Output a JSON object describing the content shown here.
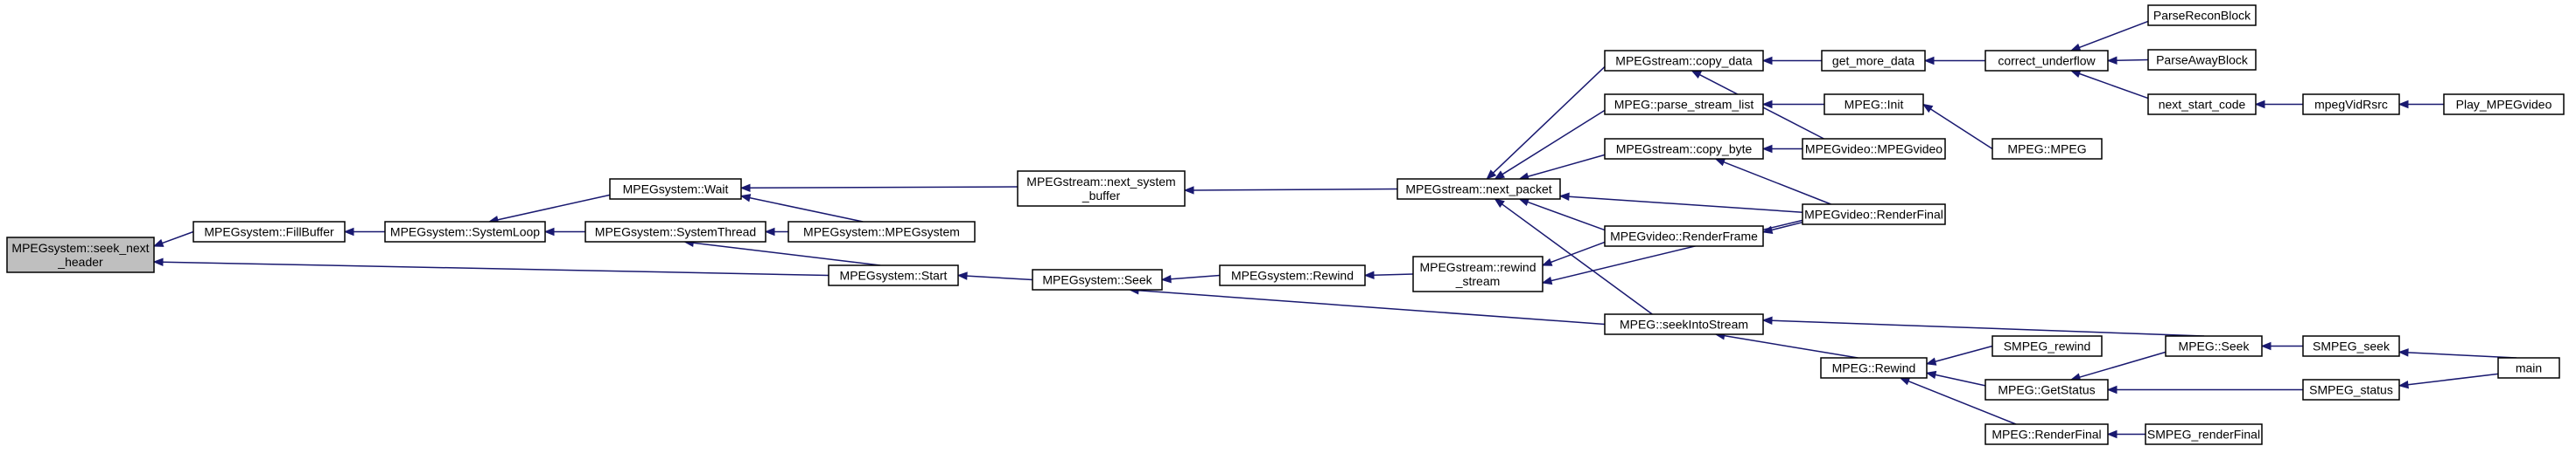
{
  "diagram": {
    "colors": {
      "edge": "#191970",
      "node_fill": "#ffffff",
      "root_fill": "#bfbfbf",
      "border": "#000000"
    },
    "nodes": [
      {
        "id": "seek_next_header",
        "lines": [
          "MPEGsystem::seek_next",
          "_header"
        ],
        "root": true
      },
      {
        "id": "FillBuffer",
        "lines": [
          "MPEGsystem::FillBuffer"
        ]
      },
      {
        "id": "SystemLoop",
        "lines": [
          "MPEGsystem::SystemLoop"
        ]
      },
      {
        "id": "Wait",
        "lines": [
          "MPEGsystem::Wait"
        ]
      },
      {
        "id": "SystemThread",
        "lines": [
          "MPEGsystem::SystemThread"
        ]
      },
      {
        "id": "MPEGsystem_ctor",
        "lines": [
          "MPEGsystem::MPEGsystem"
        ]
      },
      {
        "id": "Start",
        "lines": [
          "MPEGsystem::Start"
        ]
      },
      {
        "id": "next_system_buffer",
        "lines": [
          "MPEGstream::next_system",
          "_buffer"
        ]
      },
      {
        "id": "Sys_Seek",
        "lines": [
          "MPEGsystem::Seek"
        ]
      },
      {
        "id": "Sys_Rewind",
        "lines": [
          "MPEGsystem::Rewind"
        ]
      },
      {
        "id": "next_packet",
        "lines": [
          "MPEGstream::next_packet"
        ]
      },
      {
        "id": "rewind_stream",
        "lines": [
          "MPEGstream::rewind",
          "_stream"
        ]
      },
      {
        "id": "copy_data",
        "lines": [
          "MPEGstream::copy_data"
        ]
      },
      {
        "id": "parse_stream_list",
        "lines": [
          "MPEG::parse_stream_list"
        ]
      },
      {
        "id": "copy_byte",
        "lines": [
          "MPEGstream::copy_byte"
        ]
      },
      {
        "id": "RenderFrame",
        "lines": [
          "MPEGvideo::RenderFrame"
        ]
      },
      {
        "id": "seekIntoStream",
        "lines": [
          "MPEG::seekIntoStream"
        ]
      },
      {
        "id": "get_more_data",
        "lines": [
          "get_more_data"
        ]
      },
      {
        "id": "MPEG_Init",
        "lines": [
          "MPEG::Init"
        ]
      },
      {
        "id": "MPEGvideo_ctor",
        "lines": [
          "MPEGvideo::MPEGvideo"
        ]
      },
      {
        "id": "Video_RenderFinal",
        "lines": [
          "MPEGvideo::RenderFinal"
        ]
      },
      {
        "id": "MPEG_Rewind",
        "lines": [
          "MPEG::Rewind"
        ]
      },
      {
        "id": "correct_underflow",
        "lines": [
          "correct_underflow"
        ]
      },
      {
        "id": "MPEG_MPEG",
        "lines": [
          "MPEG::MPEG"
        ]
      },
      {
        "id": "SMPEG_rewind",
        "lines": [
          "SMPEG_rewind"
        ]
      },
      {
        "id": "GetStatus",
        "lines": [
          "MPEG::GetStatus"
        ]
      },
      {
        "id": "MPEG_RenderFinal",
        "lines": [
          "MPEG::RenderFinal"
        ]
      },
      {
        "id": "ParseReconBlock",
        "lines": [
          "ParseReconBlock"
        ]
      },
      {
        "id": "ParseAwayBlock",
        "lines": [
          "ParseAwayBlock"
        ]
      },
      {
        "id": "next_start_code",
        "lines": [
          "next_start_code"
        ]
      },
      {
        "id": "MPEG_Seek",
        "lines": [
          "MPEG::Seek"
        ]
      },
      {
        "id": "SMPEG_renderFinal",
        "lines": [
          "SMPEG_renderFinal"
        ]
      },
      {
        "id": "mpegVidRsrc",
        "lines": [
          "mpegVidRsrc"
        ]
      },
      {
        "id": "SMPEG_seek",
        "lines": [
          "SMPEG_seek"
        ]
      },
      {
        "id": "SMPEG_status",
        "lines": [
          "SMPEG_status"
        ]
      },
      {
        "id": "Play_MPEGvideo",
        "lines": [
          "Play_MPEGvideo"
        ]
      },
      {
        "id": "main",
        "lines": [
          "main"
        ]
      }
    ],
    "edges": [
      {
        "from": "FillBuffer",
        "to": "seek_next_header"
      },
      {
        "from": "Start",
        "to": "seek_next_header"
      },
      {
        "from": "SystemLoop",
        "to": "FillBuffer"
      },
      {
        "from": "Wait",
        "to": "SystemLoop"
      },
      {
        "from": "SystemThread",
        "to": "SystemLoop"
      },
      {
        "from": "next_system_buffer",
        "to": "Wait"
      },
      {
        "from": "MPEGsystem_ctor",
        "to": "Wait"
      },
      {
        "from": "MPEGsystem_ctor",
        "to": "SystemThread"
      },
      {
        "from": "Start",
        "to": "SystemThread"
      },
      {
        "from": "Sys_Seek",
        "to": "Start"
      },
      {
        "from": "next_packet",
        "to": "next_system_buffer"
      },
      {
        "from": "Sys_Rewind",
        "to": "Sys_Seek"
      },
      {
        "from": "seekIntoStream",
        "to": "Sys_Seek"
      },
      {
        "from": "rewind_stream",
        "to": "Sys_Rewind"
      },
      {
        "from": "copy_data",
        "to": "next_packet"
      },
      {
        "from": "parse_stream_list",
        "to": "next_packet"
      },
      {
        "from": "copy_byte",
        "to": "next_packet"
      },
      {
        "from": "RenderFrame",
        "to": "next_packet"
      },
      {
        "from": "Video_RenderFinal",
        "to": "next_packet"
      },
      {
        "from": "seekIntoStream",
        "to": "next_packet"
      },
      {
        "from": "RenderFrame",
        "to": "rewind_stream"
      },
      {
        "from": "Video_RenderFinal",
        "to": "rewind_stream"
      },
      {
        "from": "get_more_data",
        "to": "copy_data"
      },
      {
        "from": "MPEGvideo_ctor",
        "to": "copy_data"
      },
      {
        "from": "MPEG_Init",
        "to": "parse_stream_list"
      },
      {
        "from": "MPEGvideo_ctor",
        "to": "copy_byte"
      },
      {
        "from": "Video_RenderFinal",
        "to": "copy_byte"
      },
      {
        "from": "Video_RenderFinal",
        "to": "RenderFrame"
      },
      {
        "from": "MPEG_Rewind",
        "to": "seekIntoStream"
      },
      {
        "from": "MPEG_Seek",
        "to": "seekIntoStream"
      },
      {
        "from": "correct_underflow",
        "to": "get_more_data"
      },
      {
        "from": "MPEG_MPEG",
        "to": "MPEG_Init"
      },
      {
        "from": "SMPEG_rewind",
        "to": "MPEG_Rewind"
      },
      {
        "from": "GetStatus",
        "to": "MPEG_Rewind"
      },
      {
        "from": "MPEG_RenderFinal",
        "to": "MPEG_Rewind"
      },
      {
        "from": "ParseReconBlock",
        "to": "correct_underflow"
      },
      {
        "from": "ParseAwayBlock",
        "to": "correct_underflow"
      },
      {
        "from": "next_start_code",
        "to": "correct_underflow"
      },
      {
        "from": "MPEG_Seek",
        "to": "GetStatus"
      },
      {
        "from": "SMPEG_status",
        "to": "GetStatus"
      },
      {
        "from": "SMPEG_renderFinal",
        "to": "MPEG_RenderFinal"
      },
      {
        "from": "mpegVidRsrc",
        "to": "next_start_code"
      },
      {
        "from": "SMPEG_seek",
        "to": "MPEG_Seek"
      },
      {
        "from": "main",
        "to": "SMPEG_seek"
      },
      {
        "from": "main",
        "to": "SMPEG_status"
      },
      {
        "from": "Play_MPEGvideo",
        "to": "mpegVidRsrc"
      }
    ]
  }
}
